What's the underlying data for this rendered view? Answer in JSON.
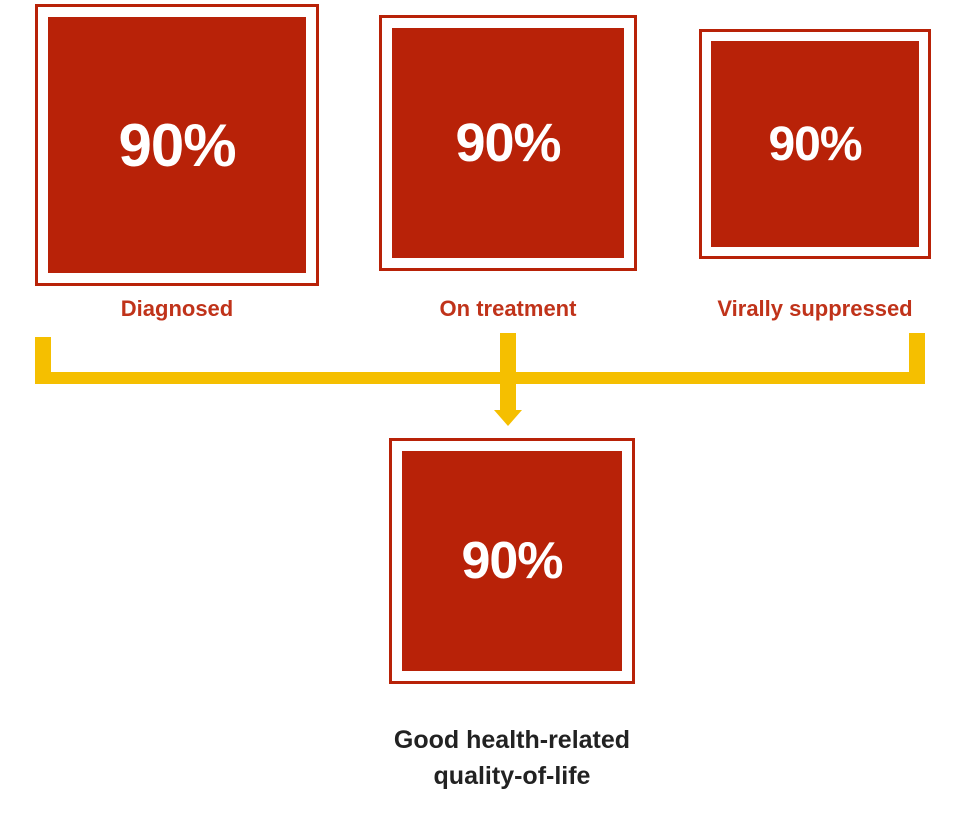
{
  "colors": {
    "box_fill": "#b82208",
    "label_text": "#c0331a",
    "connector": "#f5bf00",
    "outcome_text": "#222222"
  },
  "stages": [
    {
      "value": "90%",
      "label": "Diagnosed"
    },
    {
      "value": "90%",
      "label": "On treatment"
    },
    {
      "value": "90%",
      "label": "Virally suppressed"
    }
  ],
  "outcome": {
    "value": "90%",
    "label_line1": "Good health-related",
    "label_line2": "quality-of-life"
  }
}
